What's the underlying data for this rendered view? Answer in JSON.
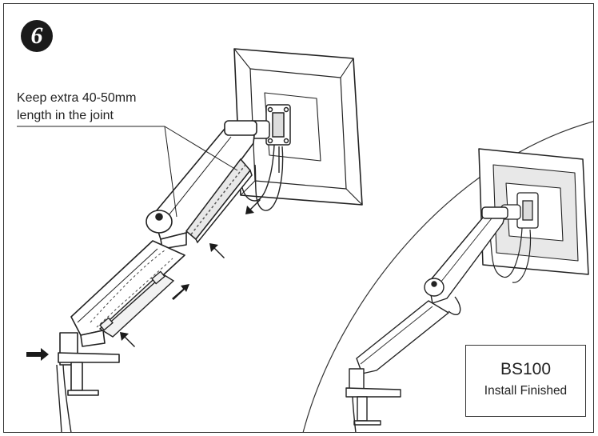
{
  "step": {
    "number": "6"
  },
  "note": {
    "line1": "Keep extra 40-50mm",
    "line2": "length in the joint"
  },
  "finish": {
    "model": "BS100",
    "status": "Install Finished"
  },
  "colors": {
    "line": "#222222",
    "panel_fill": "#ffffff",
    "detail_fill": "#e8e8e8",
    "arrow": "#1a1a1a"
  },
  "icons": [
    "step-number-badge",
    "direction-arrow"
  ]
}
